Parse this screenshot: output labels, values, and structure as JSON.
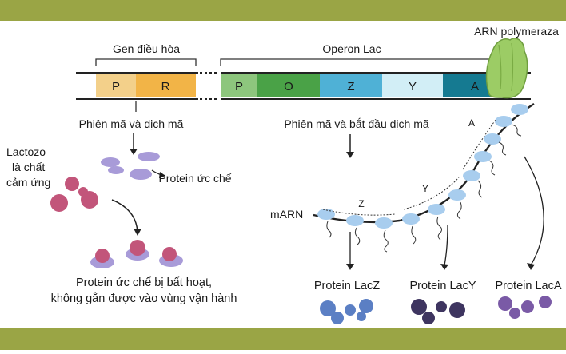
{
  "regulator_gene": {
    "label": "Gen điều hòa",
    "segments": [
      {
        "name": "P",
        "color": "#f3d08a"
      },
      {
        "name": "R",
        "color": "#f2b447"
      }
    ]
  },
  "operon": {
    "label": "Operon Lac",
    "segments": [
      {
        "name": "P",
        "color": "#8dc67d"
      },
      {
        "name": "O",
        "color": "#4aa247"
      },
      {
        "name": "Z",
        "color": "#4fb1d6"
      },
      {
        "name": "Y",
        "color": "#d2eef6"
      },
      {
        "name": "A",
        "color": "#157a91"
      }
    ]
  },
  "polymerase": {
    "label": "ARN polymeraza",
    "color": "#9ccc65"
  },
  "left_process": {
    "step1": "Phiên mã và dịch mã",
    "inducer_lines": [
      "Lactozo",
      "là chất",
      "cảm ứng"
    ],
    "repressor_label": "Protein ức chế",
    "result_lines": [
      "Protein ức chế bị bất hoạt,",
      "không gắn được vào vùng vận hành"
    ]
  },
  "right_process": {
    "step1": "Phiên mã và bắt đầu dịch mã",
    "mrna_label": "mARN",
    "gene_marks": [
      "Z",
      "Y",
      "A"
    ],
    "products": [
      {
        "label": "Protein LacZ",
        "color": "#5b7fc4"
      },
      {
        "label": "Protein LacY",
        "color": "#3e3560"
      },
      {
        "label": "Protein LacA",
        "color": "#7a5aa6"
      }
    ]
  },
  "colors": {
    "band": "#9aa545",
    "lactose": "#c2557a",
    "repressor": "#a89bd8",
    "ribosome": "#a8cdee"
  }
}
